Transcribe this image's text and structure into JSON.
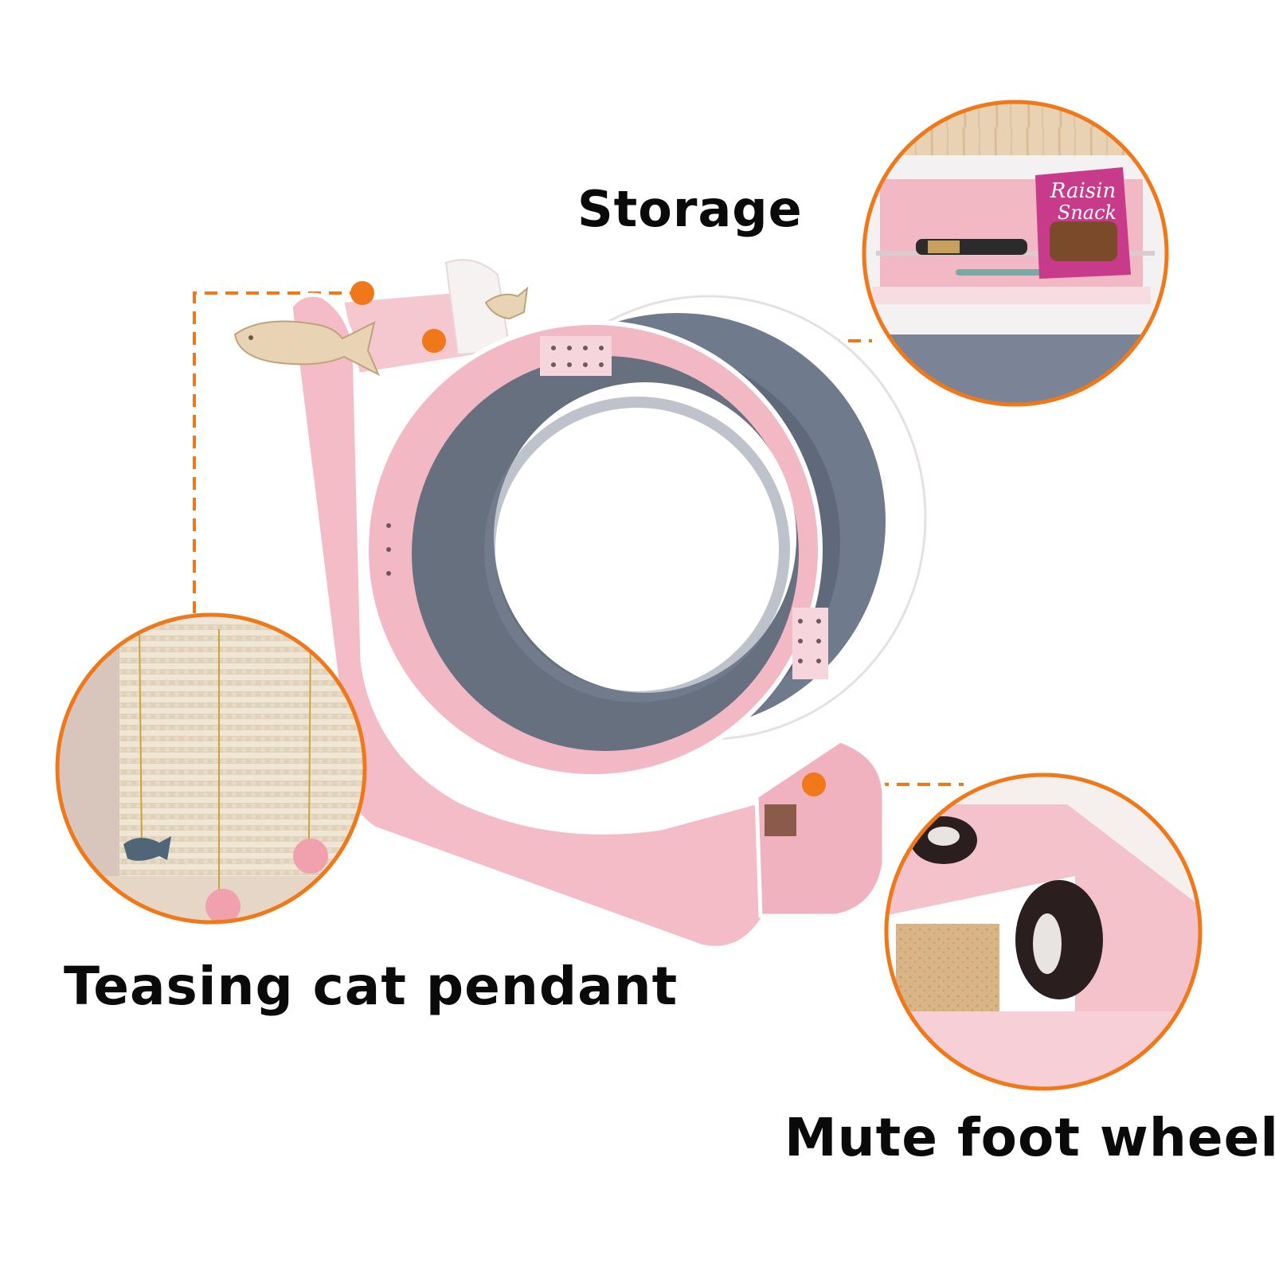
{
  "labels": {
    "storage": "Storage",
    "teasing_pendant": "Teasing cat pendant",
    "mute_foot_wheel": "Mute foot wheel"
  },
  "snack_bag": {
    "line1": "Raisin",
    "line2": "Snack"
  },
  "colors": {
    "callout_orange": "#f07818",
    "body_pink": "#f3bcc6",
    "felt_gray": "#6f7a8c",
    "edge_white": "#ffffff"
  },
  "icons": [
    "fish-toy-icon",
    "ball-pendant-icon",
    "wheel-roller-icon"
  ]
}
